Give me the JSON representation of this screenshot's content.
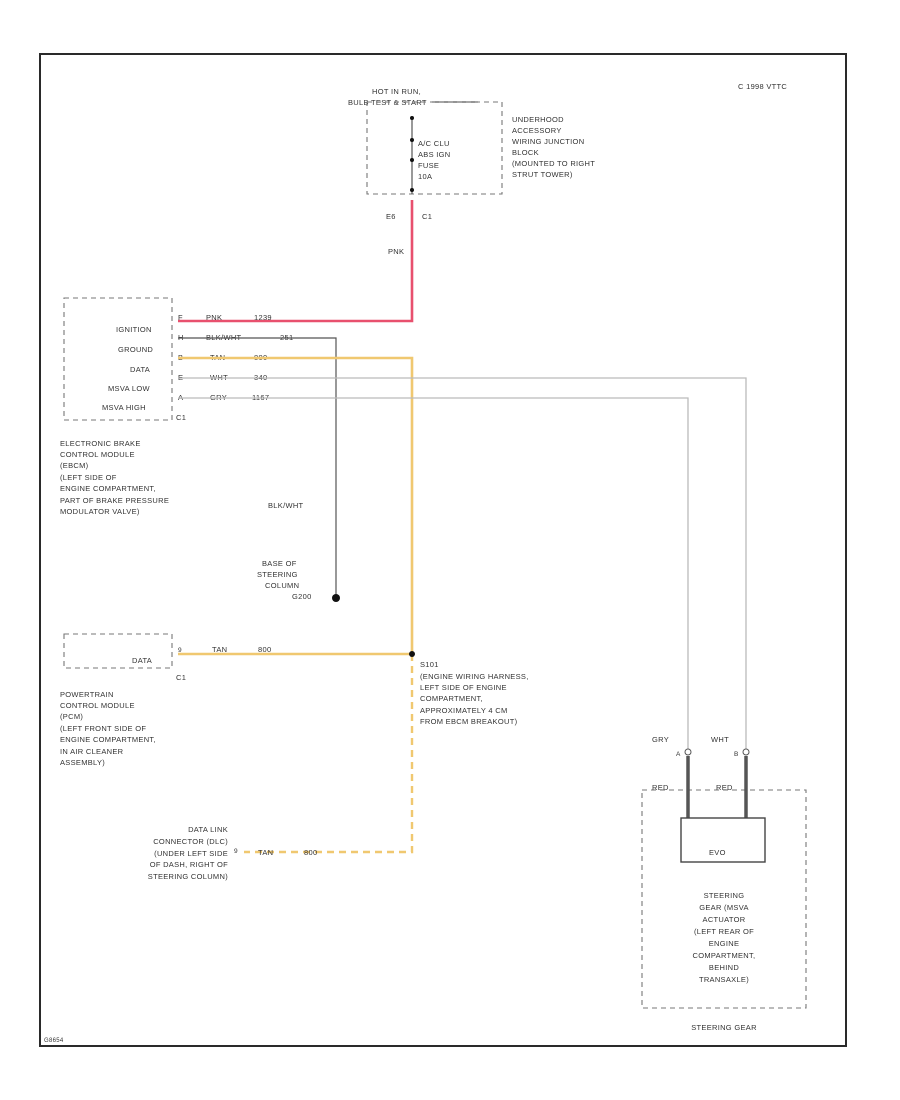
{
  "copyright": "C 1998 VTTC",
  "figure_id": "G8654",
  "hot_in_run": [
    "HOT IN RUN,",
    "BULB TEST & START"
  ],
  "fuse": [
    "A/C CLU",
    "ABS IGN",
    "FUSE",
    "10A"
  ],
  "underhood": [
    "UNDERHOOD",
    "ACCESSORY",
    "WIRING JUNCTION",
    "BLOCK",
    "(MOUNTED TO RIGHT",
    "STRUT TOWER)"
  ],
  "e6": "E6",
  "c1_top": "C1",
  "pnk_vertical": "PNK",
  "ebcm_pins": [
    "IGNITION",
    "GROUND",
    "DATA",
    "MSVA LOW",
    "MSVA HIGH"
  ],
  "ebcm_c1": "C1",
  "ebcm_pin_ids": [
    "F",
    "H",
    "B",
    "E",
    "A"
  ],
  "ebcm_wires": [
    {
      "color": "PNK",
      "circuit": "1239"
    },
    {
      "color": "BLK/WHT",
      "circuit": "251"
    },
    {
      "color": "TAN",
      "circuit": "800"
    },
    {
      "color": "WHT",
      "circuit": "340"
    },
    {
      "color": "GRY",
      "circuit": "1167"
    }
  ],
  "ebcm_label": [
    "ELECTRONIC BRAKE",
    "CONTROL MODULE",
    "(EBCM)",
    "(LEFT SIDE OF",
    "ENGINE COMPARTMENT,",
    "PART OF BRAKE PRESSURE",
    "MODULATOR VALVE)"
  ],
  "blkwht_vertical": "BLK/WHT",
  "ground_label": [
    "BASE OF",
    "STEERING",
    "COLUMN",
    "G200"
  ],
  "pcm_pin": "DATA",
  "pcm_pin_id": "9",
  "pcm_wire": {
    "color": "TAN",
    "circuit": "800"
  },
  "pcm_c1": "C1",
  "pcm_label": [
    "POWERTRAIN",
    "CONTROL MODULE",
    "(PCM)",
    "(LEFT FRONT SIDE OF",
    "ENGINE COMPARTMENT,",
    "IN AIR CLEANER",
    "ASSEMBLY)"
  ],
  "splice_label": [
    "S101",
    "(ENGINE WIRING HARNESS,",
    "LEFT SIDE OF ENGINE",
    "COMPARTMENT,",
    "APPROXIMATELY 4 CM",
    "FROM EBCM BREAKOUT)"
  ],
  "dlc_label": [
    "DATA LINK",
    "CONNECTOR (DLC)",
    "(UNDER LEFT SIDE",
    "OF DASH, RIGHT OF",
    "STEERING COLUMN)"
  ],
  "dlc_pin": "9",
  "dlc_wire": {
    "color": "TAN",
    "circuit": "800"
  },
  "steering_wires": [
    {
      "color": "GRY",
      "pin": "A"
    },
    {
      "color": "WHT",
      "pin": "B"
    }
  ],
  "red_labels": [
    "RED",
    "RED"
  ],
  "valve_label": "EVO",
  "steering_label": [
    "STEERING",
    "GEAR (MSVA",
    "ACTUATOR",
    "(LEFT REAR OF",
    "ENGINE",
    "COMPARTMENT,",
    "BEHIND",
    "TRANSAXLE)"
  ],
  "steering_caption": "STEERING GEAR",
  "colors": {
    "pink": "#e8506e",
    "tan": "#f0c870",
    "gray": "#bbbbbb",
    "black": "#555555"
  }
}
